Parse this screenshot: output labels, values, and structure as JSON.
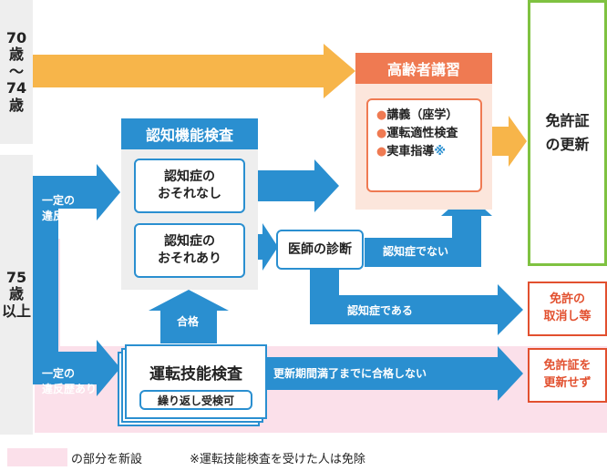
{
  "age_groups": {
    "group_1": "70\n歳\n〜\n74\n歳",
    "group_2": "75\n歳\n以上"
  },
  "senior_course": {
    "title": "高齢者講習",
    "items": [
      {
        "text": "講義（座学）"
      },
      {
        "text": "運転適性検査"
      },
      {
        "text": "実車指導",
        "note_mark": "※"
      }
    ]
  },
  "license_renewal": "免許証\nの更新",
  "cognitive_test": {
    "title": "認知機能検査",
    "result_1": "認知症の\nおそれなし",
    "result_2": "認知症の\nおそれあり"
  },
  "doctor": "医師の診断",
  "arrow_labels": {
    "no_violation": "一定の\n違反歴なし",
    "violation": "一定の\n違反歴あり",
    "not_dementia": "認知症でない",
    "dementia": "認知症である",
    "pass": "合格",
    "fail": "更新期間満了までに合格しない"
  },
  "driving_test": {
    "title": "運転技能検査",
    "retake": "繰り返し受検可"
  },
  "outcomes": {
    "revoke": "免許の\n取消し等",
    "no_renewal": "免許証を\n更新せず"
  },
  "legend": {
    "new_label": "の部分を新設",
    "exempt_note": "※運転技能検査を受けた人は免除"
  },
  "colors": {
    "blue": "#2a8fd0",
    "orange": "#f7b54a",
    "red": "#e2502f",
    "green": "#7fc241",
    "pink": "#fbe0ea"
  }
}
